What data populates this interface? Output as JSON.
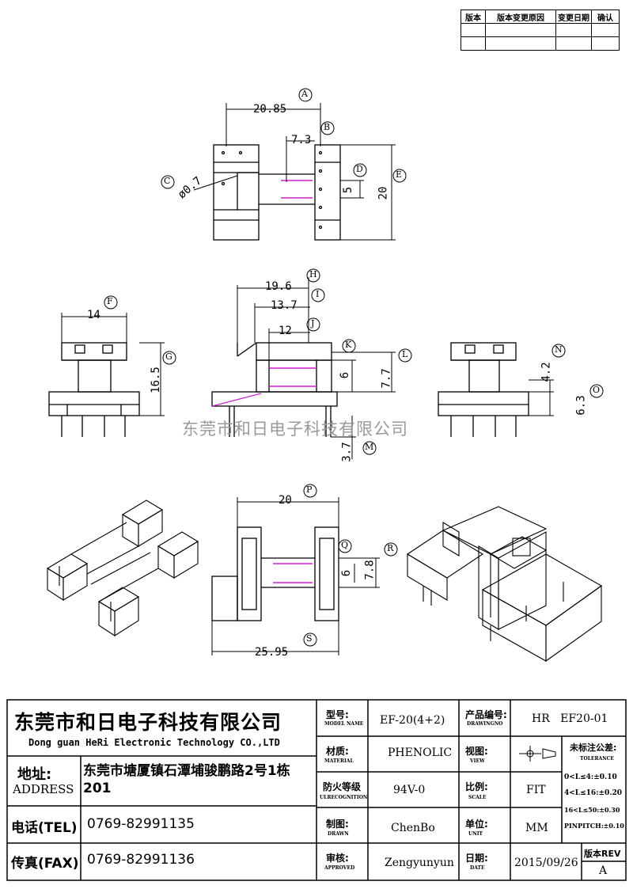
{
  "revision_table": {
    "headers": [
      "版本",
      "版本变更原因",
      "变更日期",
      "确认"
    ]
  },
  "top_view": {
    "A": "A",
    "B": "B",
    "C": "C",
    "D": "D",
    "E": "E",
    "width": "20.85",
    "slot": "7.3",
    "hole": "ø0.7",
    "gap": "5",
    "height": "20"
  },
  "front_view": {
    "F": "F",
    "G": "G",
    "width": "14",
    "height": "16.5"
  },
  "side_view": {
    "H": "H",
    "I": "I",
    "J": "J",
    "K": "K",
    "L": "L",
    "M": "M",
    "total_width": "19.6",
    "inner_width": "13.7",
    "core_width": "12",
    "core_height": "6",
    "flange_height": "7.7",
    "pin_length": "3.7"
  },
  "right_view": {
    "N": "N",
    "O": "O",
    "top": "4.2",
    "pin_pitch": "6.3"
  },
  "bottom_view": {
    "P": "P",
    "Q": "Q",
    "R": "R",
    "S": "S",
    "width": "20",
    "core": "6",
    "flange": "7.8",
    "total_width": "25.95"
  },
  "watermark": "东莞市和日电子科技有限公司",
  "title_block": {
    "company_cn": "东莞市和日电子科技有限公司",
    "company_en": "Dong guan HeRi Electronic Technology CO.,LTD",
    "address_label": "地址:",
    "address_label_en": "ADDRESS",
    "address": "东莞市塘厦镇石潭埔骏鹏路2号1栋201",
    "tel_label": "电话(TEL)",
    "tel": "0769-82991135",
    "fax_label": "传真(FAX)",
    "fax": "0769-82991136",
    "model_label": "型号:",
    "model_label_en": "MODEL NAME",
    "model": "EF-20(4+2)",
    "drawing_no_label": "产品编号:",
    "drawing_no_label_en": "DRAWINGNO",
    "drawing_no": "HR   EF20-01",
    "material_label": "材质:",
    "material_label_en": "MATERIAL",
    "material": "PHENOLIC",
    "view_label": "视图:",
    "view_label_en": "VIEW",
    "fire_label": "防火等级",
    "fire_label_en": "ULRECOGNITION",
    "fire": "94V-0",
    "scale_label": "比例:",
    "scale_label_en": "SCALE",
    "scale": "FIT",
    "drawn_label": "制图:",
    "drawn_label_en": "DRAWN",
    "drawn": "ChenBo",
    "unit_label": "单位:",
    "unit_label_en": "UNIT",
    "unit": "MM",
    "approved_label": "审核:",
    "approved_label_en": "APPROVED",
    "approved": "Zengyunyun",
    "date_label": "日期:",
    "date_label_en": "DATE",
    "date": "2015/09/26",
    "rev_label": "版本REV",
    "rev": "A",
    "tolerance_title": "未标注公差:",
    "tolerance_title_en": "TOLERANCE",
    "tol1": "0<L≤4:±0.10",
    "tol2": "4<L≤16:±0.20",
    "tol3": "16<L≤50:±0.30",
    "tol4": "PINPITCH:±0.10"
  }
}
